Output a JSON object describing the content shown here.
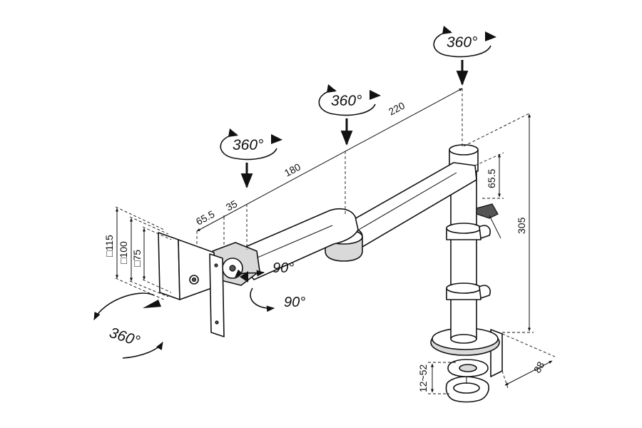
{
  "rotation_labels": {
    "top": "360°",
    "upper": "360°",
    "middle": "360°",
    "plate": "360°",
    "tilt_upper": "90°",
    "tilt_lower": "90°"
  },
  "dimensions": {
    "arm_inner": "180",
    "arm_outer": "220",
    "head_a": "65.5",
    "head_b": "35",
    "pole_offset": "65.5",
    "pole_height": "305",
    "clamp_range": "12~52",
    "clamp_depth": "88",
    "vesa_115": "□115",
    "vesa_100": "□100",
    "vesa_75": "□75"
  }
}
